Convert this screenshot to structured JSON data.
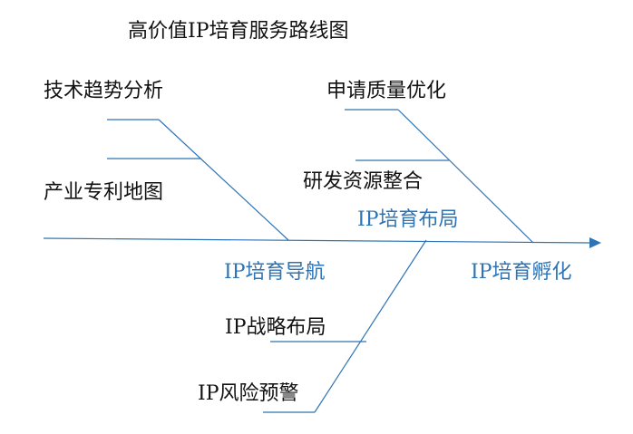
{
  "title": "高价值IP培育服务路线图",
  "branches": {
    "upper_left": {
      "items": [
        "技术趋势分析",
        "产业专利地图"
      ],
      "label": "IP培育导航"
    },
    "upper_right": {
      "items": [
        "申请质量优化",
        "研发资源整合"
      ],
      "label": "IP培育布局"
    },
    "lower": {
      "items": [
        "IP战略布局",
        "IP风险预警"
      ]
    },
    "head": "IP培育孵化"
  },
  "colors": {
    "line": "#2e74b5",
    "branch_label": "#2e74b5",
    "text": "#111111"
  }
}
